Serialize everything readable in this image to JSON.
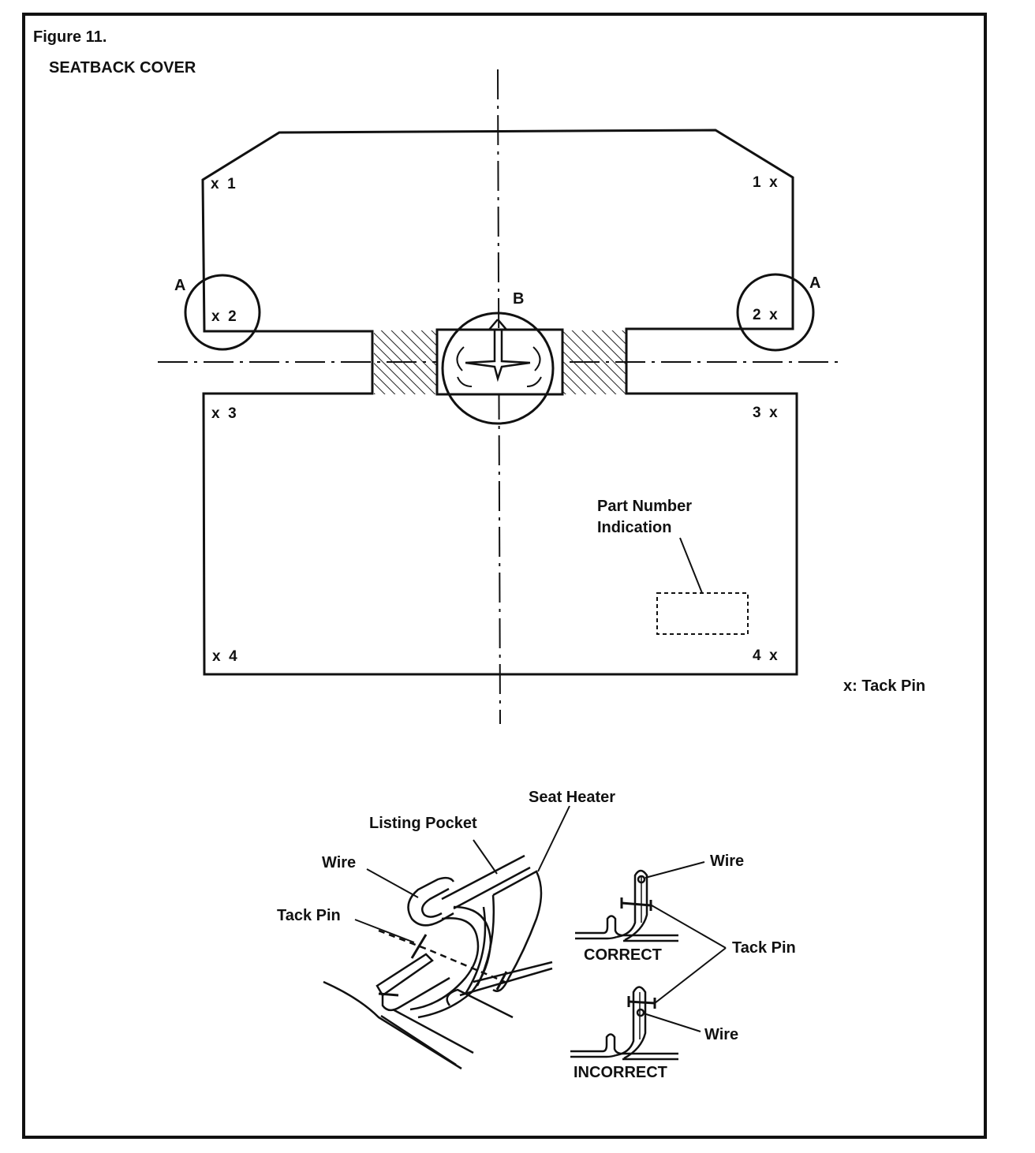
{
  "figure": {
    "number": "Figure 11.",
    "title": "SEATBACK COVER"
  },
  "tack_pins": {
    "top_left": "x  1",
    "top_right": "1  x",
    "mid_left": "x  2",
    "mid_right": "2  x",
    "low_left": "x  3",
    "low_right": "3  x",
    "bottom_left": "x  4",
    "bottom_right": "4  x"
  },
  "detail_labels": {
    "a_left": "A",
    "a_right": "A",
    "b": "B"
  },
  "part_number": {
    "line1": "Part Number",
    "line2": "Indication"
  },
  "legend": "x: Tack Pin",
  "detail_drawing": {
    "seat_heater": "Seat Heater",
    "listing_pocket": "Listing Pocket",
    "wire": "Wire",
    "tack_pin": "Tack Pin"
  },
  "correct_view": {
    "wire": "Wire",
    "tack_pin": "Tack Pin",
    "status": "CORRECT"
  },
  "incorrect_view": {
    "wire": "Wire",
    "status": "INCORRECT"
  }
}
